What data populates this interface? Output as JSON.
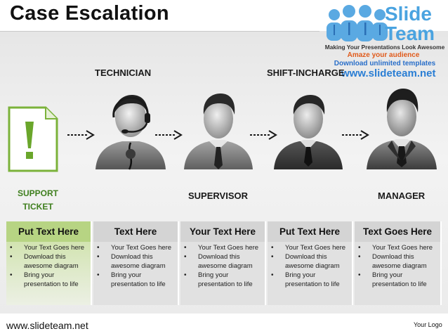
{
  "slide": {
    "title": "Case Escalation",
    "footer_url": "www.slideteam.net",
    "your_logo": "Your Logo"
  },
  "logo": {
    "brand_line1": "Slide",
    "brand_line2": "Team",
    "tagline": "Making Your Presentations Look Awesome",
    "amaze": "Amaze your audience",
    "download": "Download unlimited templates",
    "url": "www.slideteam.net"
  },
  "roles": {
    "technician": "TECHNICIAN",
    "shift_incharge": "SHIFT-INCHARGE",
    "supervisor": "SUPERVISOR",
    "manager": "MANAGER",
    "support_ticket": [
      "SUPPORT",
      "TICKET"
    ]
  },
  "columns": [
    {
      "heading": "Put Text Here",
      "bullets": [
        "Your Text Goes here",
        "Download this awesome diagram",
        "Bring your presentation to life"
      ]
    },
    {
      "heading": "Text Here",
      "bullets": [
        "Your Text Goes here",
        "Download this awesome diagram",
        "Bring your presentation to life"
      ]
    },
    {
      "heading": "Your Text Here",
      "bullets": [
        "Your Text Goes here",
        "Download this awesome diagram",
        "Bring your presentation to life"
      ]
    },
    {
      "heading": "Put Text Here",
      "bullets": [
        "Your Text Goes here",
        "Download this awesome diagram",
        "Bring your presentation to life"
      ]
    },
    {
      "heading": "Text Goes Here",
      "bullets": [
        "Your Text Goes here",
        "Download this awesome diagram",
        "Bring your presentation to life"
      ]
    }
  ],
  "icons": {
    "ticket": "exclamation-document-icon",
    "arrow": "dotted-right-arrow-icon",
    "people": [
      "technician-headset-icon",
      "supervisor-icon",
      "shift-incharge-icon",
      "manager-icon"
    ]
  },
  "colors": {
    "support_label": "#3f7f1e",
    "ticket_green": "#7bb23a",
    "first_column": "#c9df9f",
    "other_columns": "#e1e1e1",
    "brand_blue": "#4aa3e0",
    "amaze_orange": "#e05a1a"
  }
}
